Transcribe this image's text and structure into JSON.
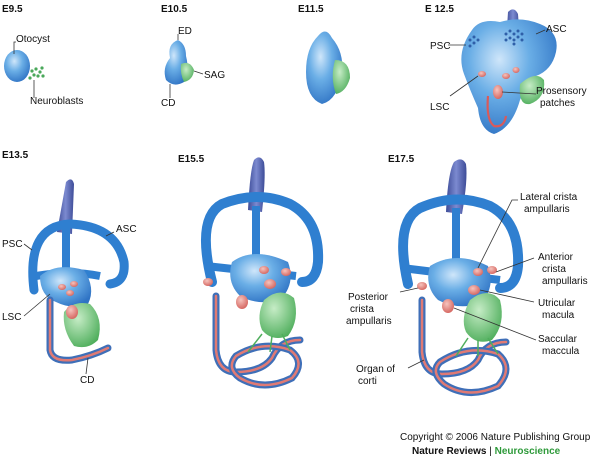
{
  "stages": {
    "e9_5": "E9.5",
    "e10_5": "E10.5",
    "e11_5": "E11.5",
    "e12_5": "E 12.5",
    "e13_5": "E13.5",
    "e15_5": "E15.5",
    "e17_5": "E17.5"
  },
  "labels": {
    "otocyst": "Otocyst",
    "neuroblasts": "Neuroblasts",
    "ed": "ED",
    "sag": "SAG",
    "cd": "CD",
    "psc": "PSC",
    "asc": "ASC",
    "lsc": "LSC",
    "prosensory_1": "Prosensory",
    "prosensory_2": "patches",
    "lateral_crista_1": "Lateral crista",
    "lateral_crista_2": "ampullaris",
    "anterior_crista_1": "Anterior",
    "anterior_crista_2": "crista",
    "anterior_crista_3": "ampullaris",
    "utricular_1": "Utricular",
    "utricular_2": "macula",
    "saccular_1": "Saccular",
    "saccular_2": "maccula",
    "posterior_crista_1": "Posterior",
    "posterior_crista_2": "crista",
    "posterior_crista_3": "ampullaris",
    "organ_corti_1": "Organ of",
    "organ_corti_2": "corti"
  },
  "footer": {
    "copyright": "Copyright © 2006 Nature Publishing Group",
    "journal": "Nature Reviews",
    "separator": " | ",
    "section": "Neuroscience"
  },
  "colors": {
    "canal_blue": "#2f7fd0",
    "light_blue": "#9cc8ee",
    "duct_navy": "#4f5fa8",
    "ganglion_green": "#5cb86a",
    "sensory_pink": "#e07a74",
    "cochlea_red": "#d95a5a"
  }
}
